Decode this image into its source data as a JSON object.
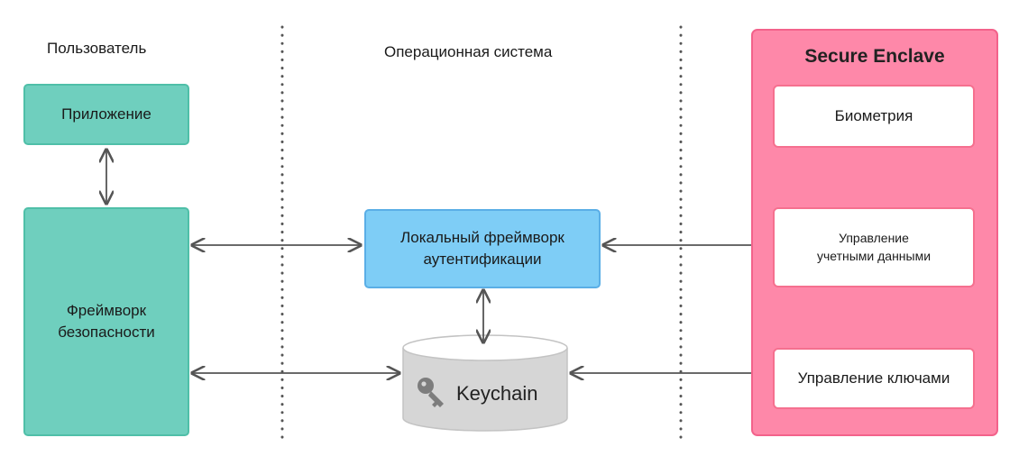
{
  "columns": {
    "user": "Пользователь",
    "os": "Операционная система"
  },
  "enclave": {
    "title": "Secure Enclave",
    "biometry": "Биометрия",
    "credentials": "Управление\nучетными данными",
    "keys": "Управление ключами"
  },
  "user_side": {
    "app": "Приложение",
    "security_framework": "Фреймворк\nбезопасности"
  },
  "os_side": {
    "local_auth": "Локальный фреймворк\nаутентификации",
    "keychain": "Keychain"
  },
  "colors": {
    "teal": "#6fcfbe",
    "blue": "#7ecdf6",
    "enclave_pink": "#fe88a9",
    "arrow": "#555555",
    "keychain_gray": "#d6d6d6"
  },
  "icons": {
    "keychain": "key-icon"
  }
}
